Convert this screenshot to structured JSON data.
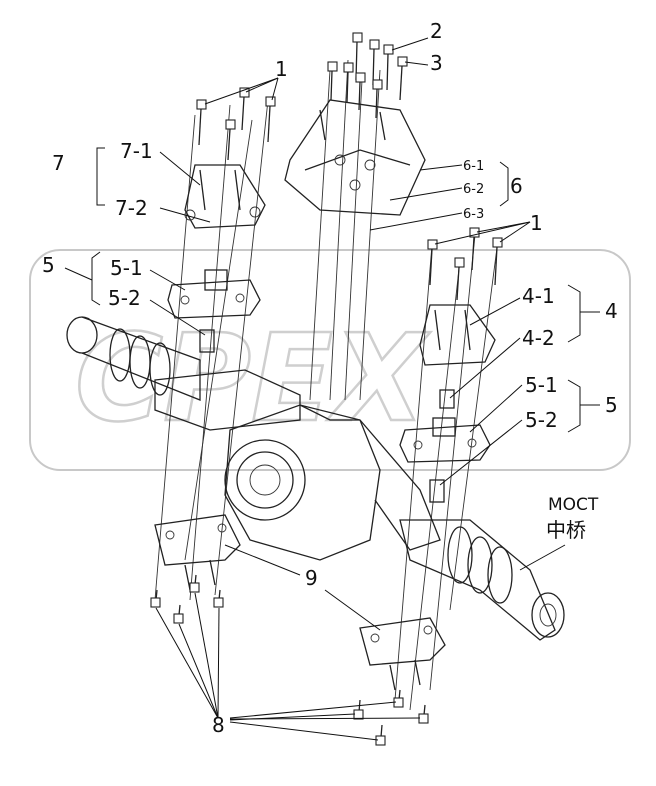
{
  "labels": {
    "l1_top": "1",
    "l2": "2",
    "l3": "3",
    "l7": "7",
    "l7_1": "7-1",
    "l7_2": "7-2",
    "l6_1": "6-1",
    "l6_2": "6-2",
    "l6_3": "6-3",
    "l6": "6",
    "l1_right": "1",
    "l5_left": "5",
    "l5_1_left": "5-1",
    "l5_2_left": "5-2",
    "l4": "4",
    "l4_1": "4-1",
    "l4_2": "4-2",
    "l5_right": "5",
    "l5_1_right": "5-1",
    "l5_2_right": "5-2",
    "title_ru": "МОСТ",
    "title_cn": "中桥",
    "l9": "9",
    "l8": "8"
  },
  "watermark": "CPEX"
}
